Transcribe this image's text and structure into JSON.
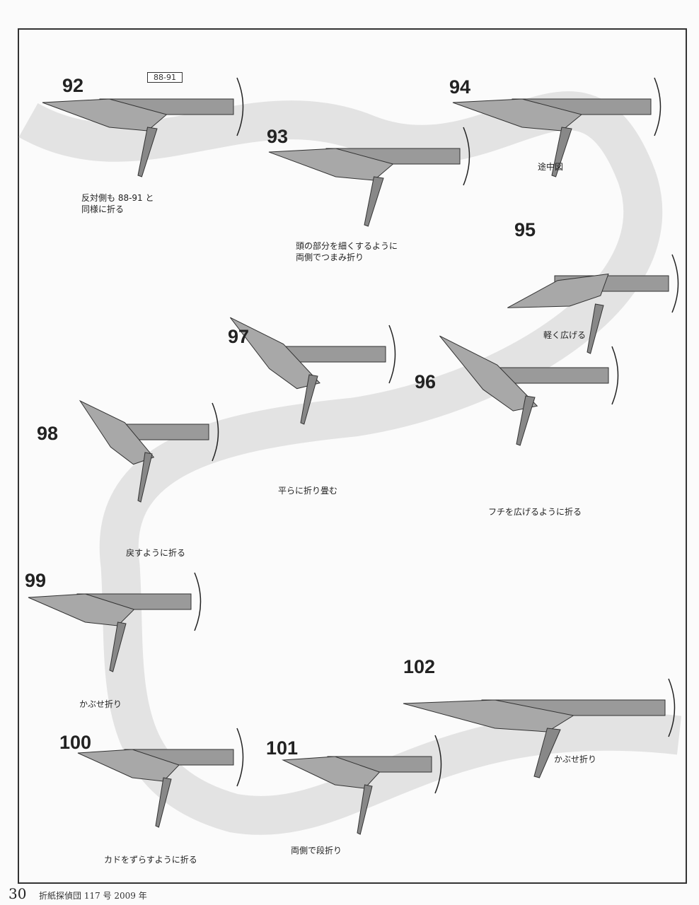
{
  "steps": [
    {
      "num": "92",
      "caption": "反対側も 88-91 と\n同様に折る",
      "ref": "88-91"
    },
    {
      "num": "93",
      "caption": "頭の部分を細くするように\n両側でつまみ折り"
    },
    {
      "num": "94",
      "caption": "途中図"
    },
    {
      "num": "95",
      "caption": "軽く広げる"
    },
    {
      "num": "97",
      "caption": "平らに折り畳む"
    },
    {
      "num": "96",
      "caption": "フチを広げるように折る"
    },
    {
      "num": "98",
      "caption": "戻すように折る"
    },
    {
      "num": "99",
      "caption": "かぶせ折り"
    },
    {
      "num": "102",
      "caption": "かぶせ折り"
    },
    {
      "num": "100",
      "caption": "カドをずらすように折る"
    },
    {
      "num": "101",
      "caption": "両側で段折り"
    }
  ],
  "footer": {
    "page": "30",
    "publication": "折紙探偵団 117 号 2009 年"
  }
}
